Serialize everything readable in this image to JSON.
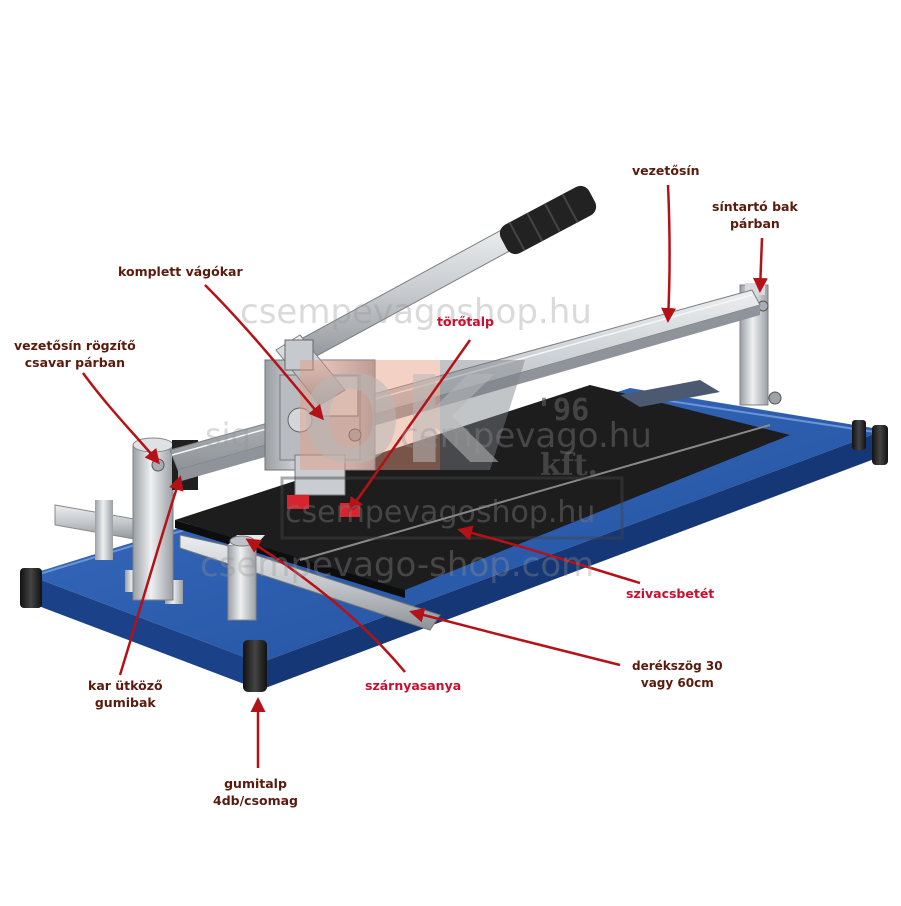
{
  "colors": {
    "label_dark": "#5a1a0c",
    "label_red": "#c8102e",
    "arrow": "#b51218",
    "base_blue": "#2456a8",
    "base_blue_dark": "#173a78",
    "aluminium": "#c9ccd0",
    "rubber": "#262626",
    "accent_red": "#d9232e"
  },
  "labels": {
    "vezetosin": "vezetősín",
    "sintarto": [
      "síntartó bak",
      "párban"
    ],
    "komplett": "komplett vágókar",
    "torotalp": "törőtalp",
    "rogzito": [
      "vezetősín rögzítő",
      "csavar párban"
    ],
    "szivacs": "szivacsbetét",
    "derekszog": [
      "derékszög 30",
      "vagy 60cm"
    ],
    "szarnyas": "szárnyasanya",
    "karutkozo": [
      "kar ütköző",
      "gumibak"
    ],
    "gumitalp": [
      "gumitalp",
      "4db/csomag"
    ]
  },
  "watermarks": {
    "w1": "csempevagoshop.hu",
    "w2": "sig",
    "w3": "cempevago.hu",
    "w4": "csempevagoshop.hu",
    "w5": "csempevago-shop.com"
  },
  "logo": {
    "letters": "OK",
    "year": "'96",
    "suffix": "kft."
  },
  "icons": {
    "arrow": "arrow-icon"
  }
}
